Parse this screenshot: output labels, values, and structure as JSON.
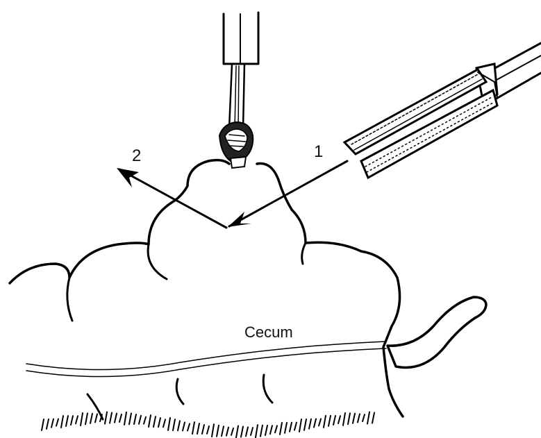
{
  "figure": {
    "labels": {
      "arrow1": "1",
      "arrow2": "2",
      "organ": "Cecum"
    }
  }
}
